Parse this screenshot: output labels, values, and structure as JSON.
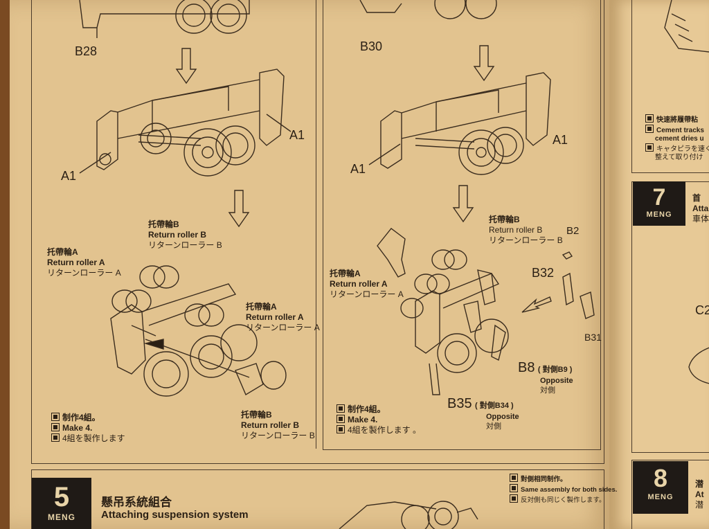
{
  "left_column": {
    "top_part": "B28",
    "part_a1_left": "A1",
    "part_a1_right": "A1",
    "roller_b_top": {
      "cn": "托帶輪B",
      "en": "Return roller B",
      "jp": "リターンローラー B"
    },
    "roller_a_left": {
      "cn": "托帶輪A",
      "en": "Return roller A",
      "jp": "リターンローラー A"
    },
    "roller_a_right": {
      "cn": "托帶輪A",
      "en": "Return roller A",
      "jp": "リターンローラー A"
    },
    "roller_b_bottom": {
      "cn": "托帶輪B",
      "en": "Return roller B",
      "jp": "リターンローラー B"
    },
    "make_note": {
      "cn": "制作4組。",
      "en": "Make 4.",
      "jp": "4組を製作します"
    }
  },
  "right_column": {
    "top_part": "B30",
    "part_a1_left": "A1",
    "part_a1_right": "A1",
    "roller_b": {
      "cn": "托帶輪B",
      "en": "Return roller B",
      "jp": "リターンローラー B"
    },
    "roller_a": {
      "cn": "托帶輪A",
      "en": "Return roller A",
      "jp": "リターンローラー A"
    },
    "part_b2": "B2",
    "part_b32": "B32",
    "part_b31": "B31",
    "part_b8": "B8",
    "b8_opposite": {
      "cn": "( 對側B9 )",
      "en": "Opposite",
      "jp": "対側"
    },
    "part_b35": "B35",
    "b35_opposite": {
      "cn": "( 對側B34 )",
      "en": "Opposite",
      "jp": "対側"
    },
    "make_note": {
      "cn": "制作4組。",
      "en": "Make 4.",
      "jp": "4組を製作します 。"
    }
  },
  "step5": {
    "number": "5",
    "brand": "MENG",
    "title_cn": "懸吊系統組合",
    "title_en": "Attaching suspension system",
    "note": {
      "cn": "對側相同制作。",
      "en": "Same assembly for both sides.",
      "jp": "反対側も同じく製作します。"
    }
  },
  "right_page": {
    "note": {
      "cn": "快速將履帶粘",
      "en1": "Cement tracks",
      "en2": "cement dries u",
      "jp1": "キャタピラを速く回",
      "jp2": "整えて取り付け"
    },
    "step7": {
      "number": "7",
      "brand": "MENG",
      "title_cn": "首",
      "title_en": "Atta",
      "title_jp": "車体"
    },
    "part_c": "C2",
    "step8": {
      "number": "8",
      "brand": "MENG",
      "title_cn": "潜",
      "title_en": "At",
      "title_jp": "潜"
    }
  }
}
